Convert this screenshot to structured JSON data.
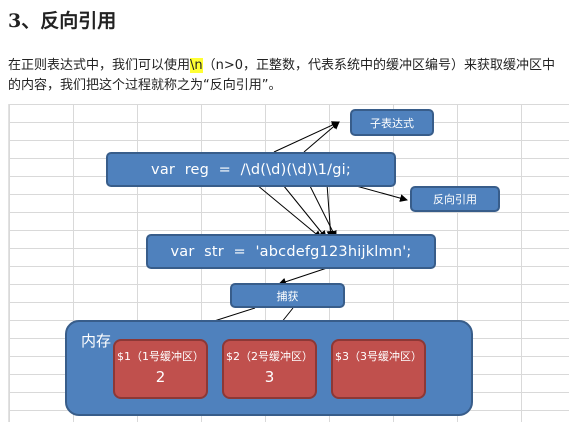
{
  "heading": "3、反向引用",
  "paragraph": {
    "before": "在正则表达式中，我们可以使用",
    "highlight": "\\n",
    "after": "（n>0，正整数，代表系统中的缓冲区编号）来获取缓冲区中的内容，我们把这个过程就称之为“反向引用”。"
  },
  "diagram": {
    "subexpr_label": "子表达式",
    "reg_code": "var  reg  =  /\\d(\\d)(\\d)\\1/gi;",
    "backref_label": "反向引用",
    "str_code": "var  str  =  'abcdefg1",
    "str_match": "23",
    "str_tail": "hijklmn';",
    "capture_label": "捕获",
    "memory": {
      "title": "内存",
      "cells": [
        {
          "label": "$1（1号缓冲区）",
          "value": "2"
        },
        {
          "label": "$2（2号缓冲区）",
          "value": "3"
        },
        {
          "label": "$3（3号缓冲区）",
          "value": ""
        }
      ]
    }
  },
  "colors": {
    "box_blue": "#4f81bd",
    "box_red": "#c0504d",
    "highlight": "#ffff33"
  }
}
